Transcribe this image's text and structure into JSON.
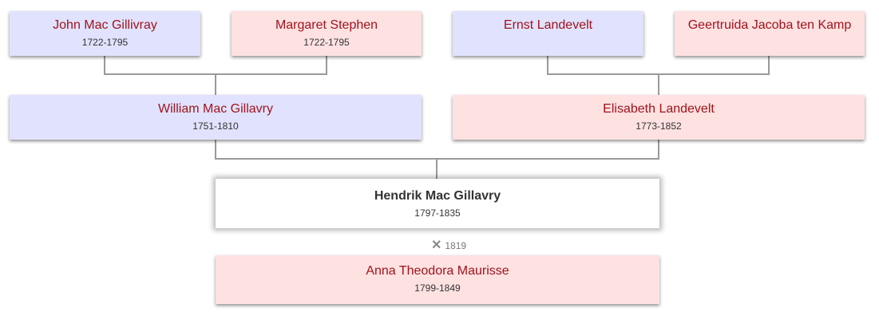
{
  "great_grandparents": [
    {
      "name": "John Mac Gillivray",
      "years": "1722-1795",
      "sex": "male"
    },
    {
      "name": "Margaret Stephen",
      "years": "1722-1795",
      "sex": "female"
    },
    {
      "name": "Ernst Landevelt",
      "years": "",
      "sex": "male"
    },
    {
      "name": "Geertruida Jacoba ten Kamp",
      "years": "",
      "sex": "female"
    }
  ],
  "grandparents": [
    {
      "name": "William Mac Gillavry",
      "years": "1751-1810",
      "sex": "male"
    },
    {
      "name": "Elisabeth Landevelt",
      "years": "1773-1852",
      "sex": "female"
    }
  ],
  "focus_person": {
    "name": "Hendrik Mac Gillavry",
    "years": "1797-1835"
  },
  "marriage": {
    "icon": "close-icon",
    "year": "1819"
  },
  "spouse": {
    "name": "Anna Theodora Maurisse",
    "years": "1799-1849",
    "sex": "female"
  },
  "colors": {
    "male_bg": "#e1e2fe",
    "female_bg": "#fee1e1",
    "name_text": "#a0141c",
    "connector": "#999999"
  }
}
